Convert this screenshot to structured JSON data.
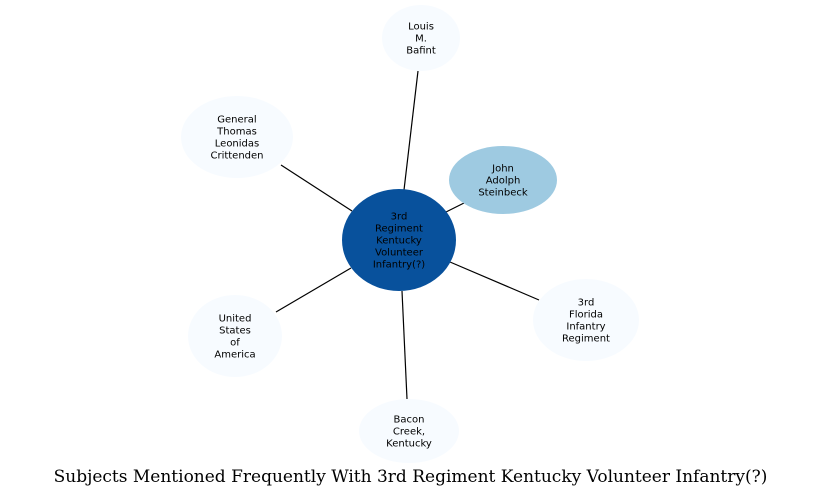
{
  "title": "Subjects Mentioned Frequently With 3rd Regiment Kentucky Volunteer Infantry(?)",
  "colors": {
    "center_fill": "#08519c",
    "highlight_fill": "#9ecae1",
    "default_fill": "#f7fbff",
    "edge": "#000000"
  },
  "center": {
    "id": "center",
    "lines": [
      "3rd",
      "Regiment",
      "Kentucky",
      "Volunteer",
      "Infantry(?)"
    ]
  },
  "nodes": [
    {
      "id": "louis",
      "lines": [
        "Louis",
        "M.",
        "Bafint"
      ],
      "style": "default"
    },
    {
      "id": "john",
      "lines": [
        "John",
        "Adolph",
        "Steinbeck"
      ],
      "style": "highlight"
    },
    {
      "id": "florida",
      "lines": [
        "3rd",
        "Florida",
        "Infantry",
        "Regiment"
      ],
      "style": "default"
    },
    {
      "id": "bacon",
      "lines": [
        "Bacon",
        "Creek,",
        "Kentucky"
      ],
      "style": "default"
    },
    {
      "id": "usa",
      "lines": [
        "United",
        "States",
        "of",
        "America"
      ],
      "style": "default"
    },
    {
      "id": "crittenden",
      "lines": [
        "General",
        "Thomas",
        "Leonidas",
        "Crittenden"
      ],
      "style": "default"
    }
  ]
}
